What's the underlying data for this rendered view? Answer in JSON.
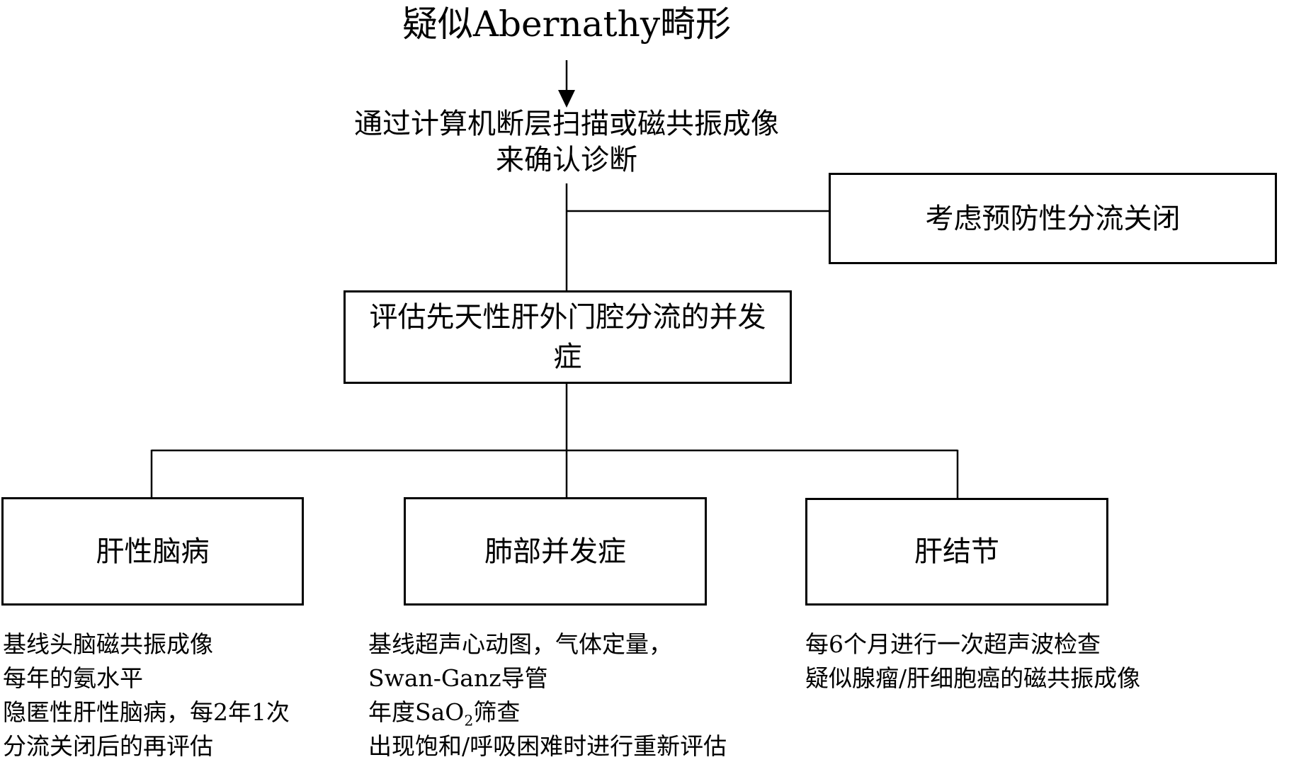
{
  "diagram": {
    "title": "疑似Abernathy畸形",
    "confirm_step": {
      "line1": "通过计算机断层扫描或磁共振成像",
      "line2": "来确认诊断"
    },
    "prophylactic_box_label": "考虑预防性分流关闭",
    "assess_box": {
      "line1": "评估先天性肝外门腔分流的并",
      "line2": "发症"
    },
    "branches": [
      {
        "label": "肝性脑病",
        "notes": [
          "基线头脑磁共振成像",
          "每年的氨水平",
          "隐匿性肝性脑病，每2年1次",
          "分流关闭后的再评估"
        ]
      },
      {
        "label": "肺部并发症",
        "notes": [
          "基线超声心动图，气体定量，",
          "Swan-Ganz导管",
          {
            "pre": "年度SaO",
            "sub": "2",
            "post": "筛查"
          },
          "出现饱和/呼吸困难时进行重新评估"
        ]
      },
      {
        "label": "肝结节",
        "notes": [
          "每6个月进行一次超声波检查",
          "疑似腺瘤/肝细胞癌的磁共振成像"
        ]
      }
    ],
    "line_color": "#000000",
    "background_color": "#ffffff"
  }
}
